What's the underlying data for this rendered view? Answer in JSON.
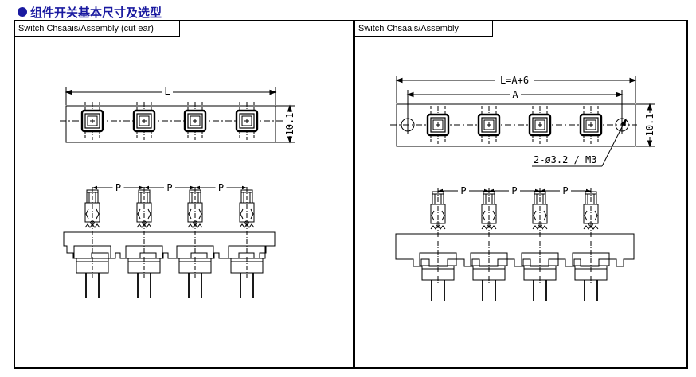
{
  "heading": "组件开关基本尺寸及选型",
  "panels": [
    {
      "label": "Switch Chsaais/Assembly (cut ear)",
      "dims": {
        "length": "L",
        "height": "10.1",
        "pitch": "P"
      },
      "switch_count": 4
    },
    {
      "label": "Switch Chsaais/Assembly",
      "dims": {
        "overall": "L=A+6",
        "inner": "A",
        "height": "10.1",
        "pitch": "P",
        "hole": "2-ø3.2 / M3"
      },
      "switch_count": 4
    }
  ],
  "colors": {
    "heading": "#1a1aa0",
    "line": "#000000"
  }
}
